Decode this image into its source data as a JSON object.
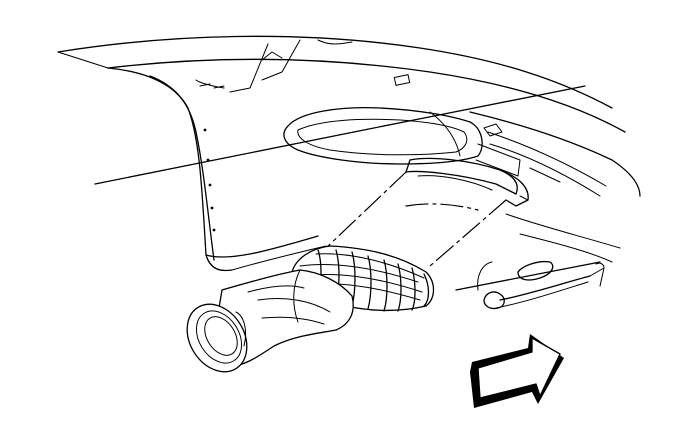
{
  "figure": {
    "background": "#ffffff",
    "line_color": "#000000",
    "arrow_fill": "#000000",
    "components": [
      "instrument-panel-outline",
      "windshield-reference-line",
      "defroster-outlet-opening",
      "defroster-duct-dashed-path",
      "duct-corrugated-section",
      "duct-nozzle",
      "clip-bracket",
      "direction-arrow"
    ]
  }
}
